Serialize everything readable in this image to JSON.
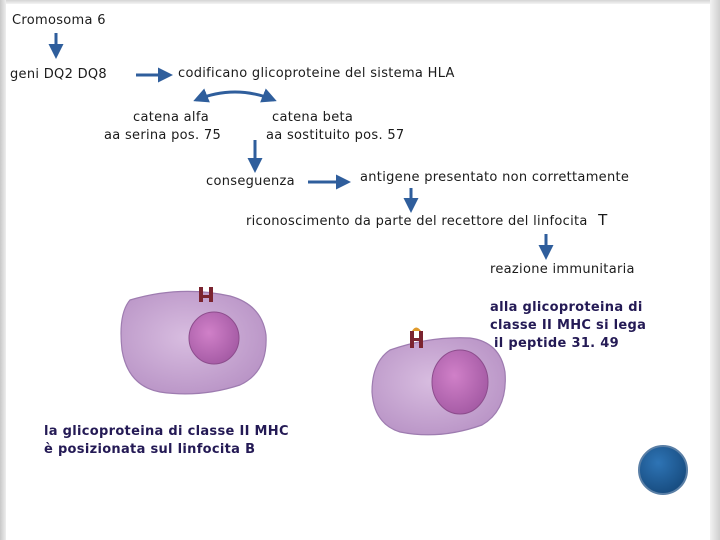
{
  "nodes": {
    "chromosome": "Cromosoma 6",
    "genes": "geni DQ2 DQ8",
    "encode": "codificano glicoproteine  del sistema HLA",
    "alpha_chain": "catena alfa",
    "beta_chain": "catena beta",
    "serine": "aa serina pos. 75",
    "substituted": "aa sostituito pos. 57",
    "consequence": "conseguenza",
    "antigen": "antigene presentato non correttamente",
    "recognition": "riconoscimento da parte del recettore del linfocita",
    "recognition_t": "T",
    "immune_reaction": "reazione immunitaria"
  },
  "captions": {
    "peptide_line1": "alla glicoproteina di",
    "peptide_line2": "classe II MHC si lega",
    "peptide_line3": "il peptide 31. 49",
    "b_cell_line1": "la glicoproteina di classe II MHC",
    "b_cell_line2": "è posizionata sul linfocita B"
  },
  "colors": {
    "arrow": "#2f5e9c",
    "cell_body": "#c9a6d1",
    "cell_edge": "#9e7cb0",
    "nucleus": "#b56bb3",
    "receptor": "#7b2430",
    "corner_circle": "#1f5c96"
  }
}
